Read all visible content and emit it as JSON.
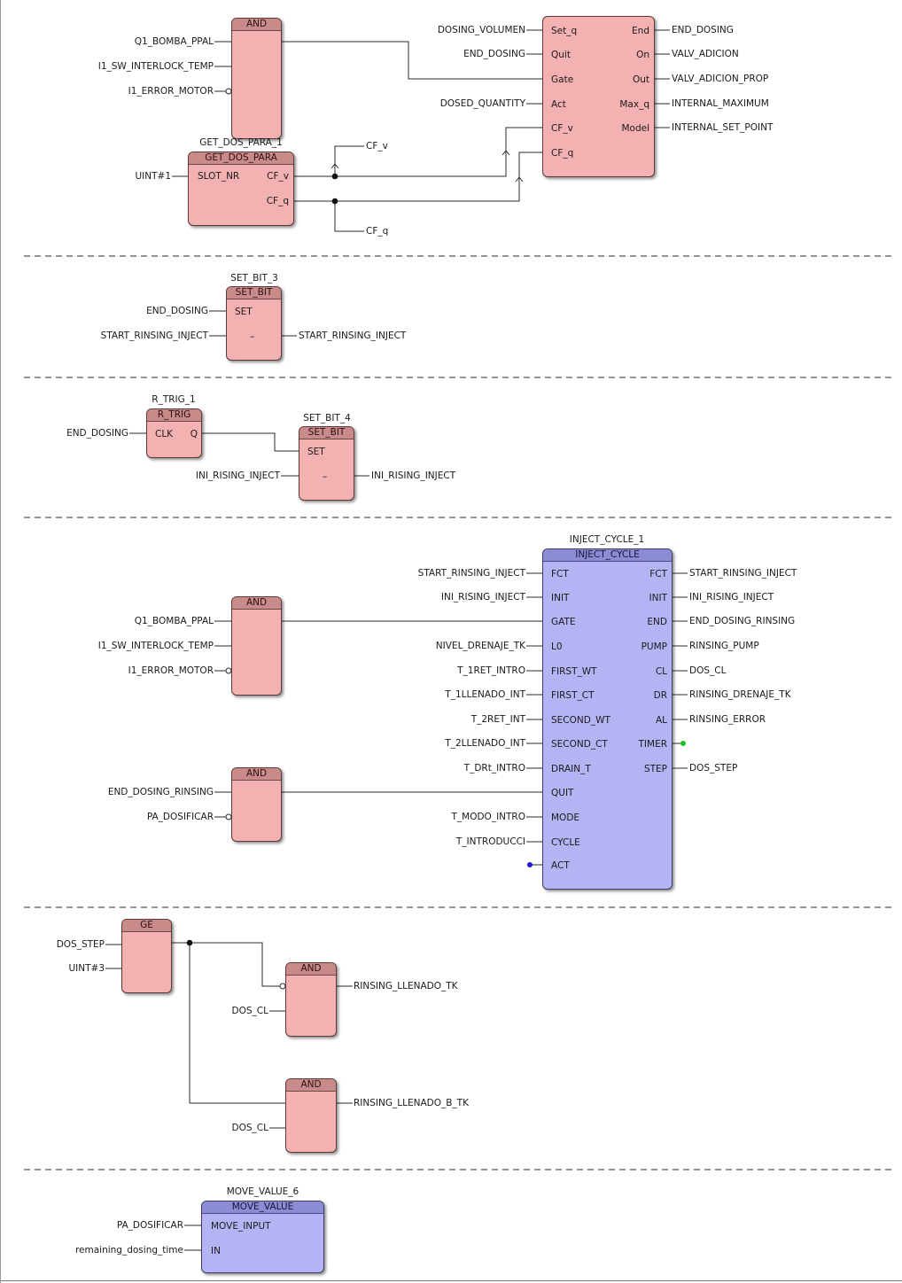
{
  "networks": [
    {
      "blocks": {
        "and1": {
          "type": "AND"
        },
        "get_dos_para": {
          "instance": "GET_DOS_PARA_1",
          "type": "GET_DOS_PARA",
          "inputs": [
            "SLOT_NR"
          ],
          "outputs": [
            "CF_v",
            "CF_q"
          ]
        },
        "dosing": {
          "inputs": [
            "Set_q",
            "Quit",
            "Gate",
            "Act",
            "CF_v",
            "CF_q"
          ],
          "outputs": [
            "End",
            "On",
            "Out",
            "Max_q",
            "Model"
          ]
        }
      },
      "vars": {
        "q1": "Q1_BOMBA_PPAL",
        "i1sw": "I1_SW_INTERLOCK_TEMP",
        "i1err": "I1_ERROR_MOTOR",
        "uint1": "UINT#1",
        "cfv": "CF_v",
        "cfq": "CF_q",
        "dosing_vol": "DOSING_VOLUMEN",
        "end_dosing": "END_DOSING",
        "dosed_q": "DOSED_QUANTITY",
        "out_end": "END_DOSING",
        "out_on": "VALV_ADICION",
        "out_out": "VALV_ADICION_PROP",
        "out_max": "INTERNAL_MAXIMUM",
        "out_model": "INTERNAL_SET_POINT"
      }
    },
    {
      "block": {
        "instance": "SET_BIT_3",
        "type": "SET_BIT",
        "pins": [
          "SET",
          "–"
        ]
      },
      "vars": {
        "in_set": "END_DOSING",
        "in_dash": "START_RINSING_INJECT",
        "out_dash": "START_RINSING_INJECT"
      }
    },
    {
      "rtrig": {
        "instance": "R_TRIG_1",
        "type": "R_TRIG",
        "in": "CLK",
        "out": "Q"
      },
      "block": {
        "instance": "SET_BIT_4",
        "type": "SET_BIT",
        "pins": [
          "SET",
          "–"
        ]
      },
      "vars": {
        "clk": "END_DOSING",
        "in_dash": "INI_RISING_INJECT",
        "out_dash": "INI_RISING_INJECT"
      }
    },
    {
      "and_top": {
        "type": "AND",
        "inputs": [
          "Q1_BOMBA_PPAL",
          "I1_SW_INTERLOCK_TEMP",
          "I1_ERROR_MOTOR"
        ]
      },
      "and_bottom": {
        "type": "AND",
        "inputs": [
          "END_DOSING_RINSING",
          "PA_DOSIFICAR"
        ]
      },
      "inject": {
        "instance": "INJECT_CYCLE_1",
        "type": "INJECT_CYCLE",
        "inputs": [
          "FCT",
          "INIT",
          "GATE",
          "L0",
          "FIRST_WT",
          "FIRST_CT",
          "SECOND_WT",
          "SECOND_CT",
          "DRAIN_T",
          "QUIT",
          "MODE",
          "CYCLE",
          "ACT"
        ],
        "outputs": [
          "FCT",
          "INIT",
          "END",
          "PUMP",
          "CL",
          "DR",
          "AL",
          "TIMER",
          "STEP"
        ],
        "in_vars": [
          "START_RINSING_INJECT",
          "INI_RISING_INJECT",
          "",
          "NIVEL_DRENAJE_TK",
          "T_1RET_INTRO",
          "T_1LLENADO_INT",
          "T_2RET_INT",
          "T_2LLENADO_INT",
          "T_DRt_INTRO",
          "",
          "T_MODO_INTRO",
          "T_INTRODUCCI",
          ""
        ],
        "out_vars": [
          "START_RINSING_INJECT",
          "INI_RISING_INJECT",
          "END_DOSING_RINSING",
          "RINSING_PUMP",
          "DOS_CL",
          "RINSING_DRENAJE_TK",
          "RINSING_ERROR",
          "",
          "DOS_STEP"
        ]
      }
    },
    {
      "ge": {
        "type": "GE",
        "inputs": [
          "DOS_STEP",
          "UINT#3"
        ]
      },
      "and_a": {
        "type": "AND",
        "in2": "DOS_CL",
        "out": "RINSING_LLENADO_TK"
      },
      "and_b": {
        "type": "AND",
        "in2": "DOS_CL",
        "out": "RINSING_LLENADO_B_TK"
      }
    },
    {
      "move": {
        "instance": "MOVE_VALUE_6",
        "type": "MOVE_VALUE",
        "inputs": [
          "MOVE_INPUT",
          "IN"
        ]
      },
      "vars": [
        "PA_DOSIFICAR",
        "remaining_dosing_time"
      ]
    }
  ]
}
